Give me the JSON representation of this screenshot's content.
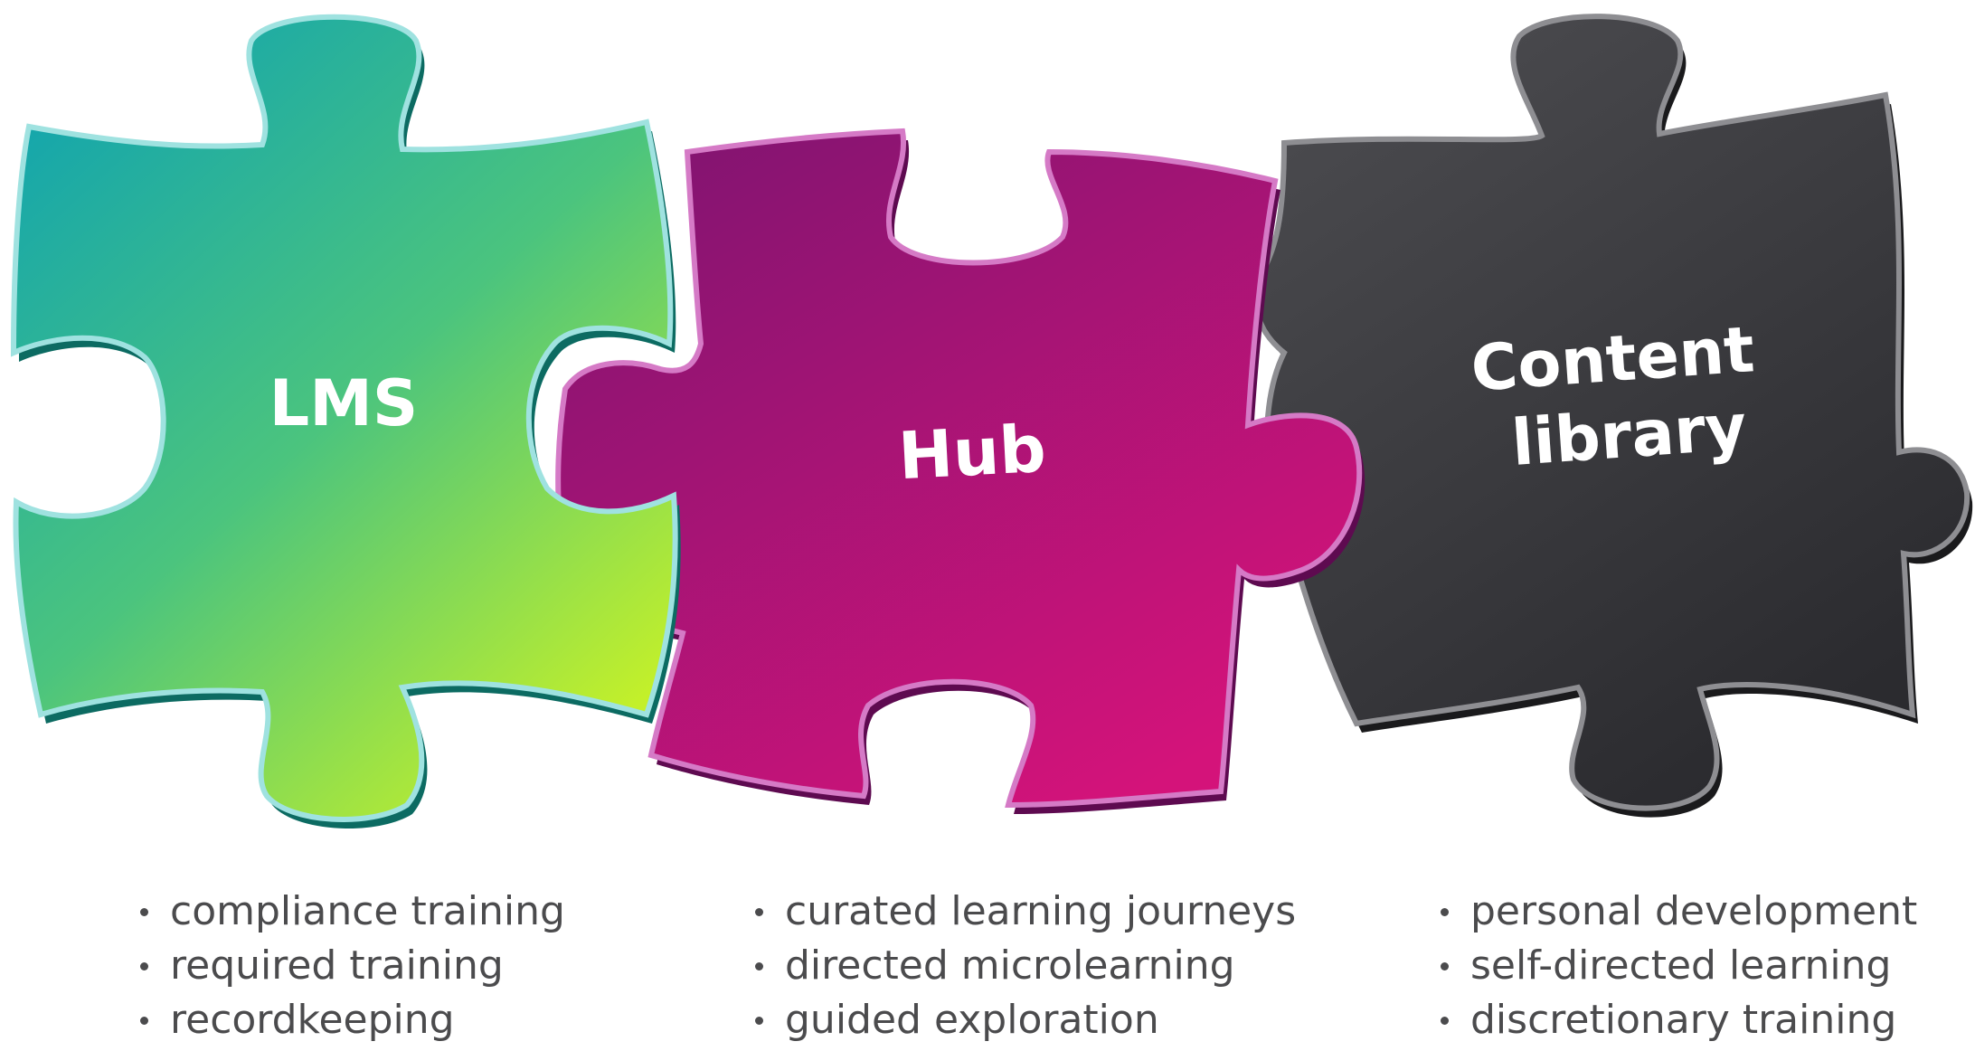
{
  "pieces": [
    {
      "id": "lms",
      "label_lines": [
        "LMS"
      ],
      "color_start": "#0aa0b5",
      "color_end": "#c3f02a",
      "edge_color": "#0c6b62"
    },
    {
      "id": "hub",
      "label_lines": [
        "Hub"
      ],
      "color_start": "#7c1470",
      "color_end": "#d4137a",
      "edge_color": "#5e0a50"
    },
    {
      "id": "content",
      "label_lines": [
        "Content",
        "library"
      ],
      "color_start": "#4c4c50",
      "color_end": "#2c2c30",
      "edge_color": "#1a1a1c"
    }
  ],
  "columns": [
    {
      "id": "lms",
      "items": [
        "compliance training",
        "required training",
        "recordkeeping"
      ]
    },
    {
      "id": "hub",
      "items": [
        "curated learning journeys",
        "directed microlearning",
        "guided exploration"
      ]
    },
    {
      "id": "content",
      "items": [
        "personal development",
        "self-directed learning",
        "discretionary training"
      ]
    }
  ],
  "text_color": "#4b4b4d"
}
